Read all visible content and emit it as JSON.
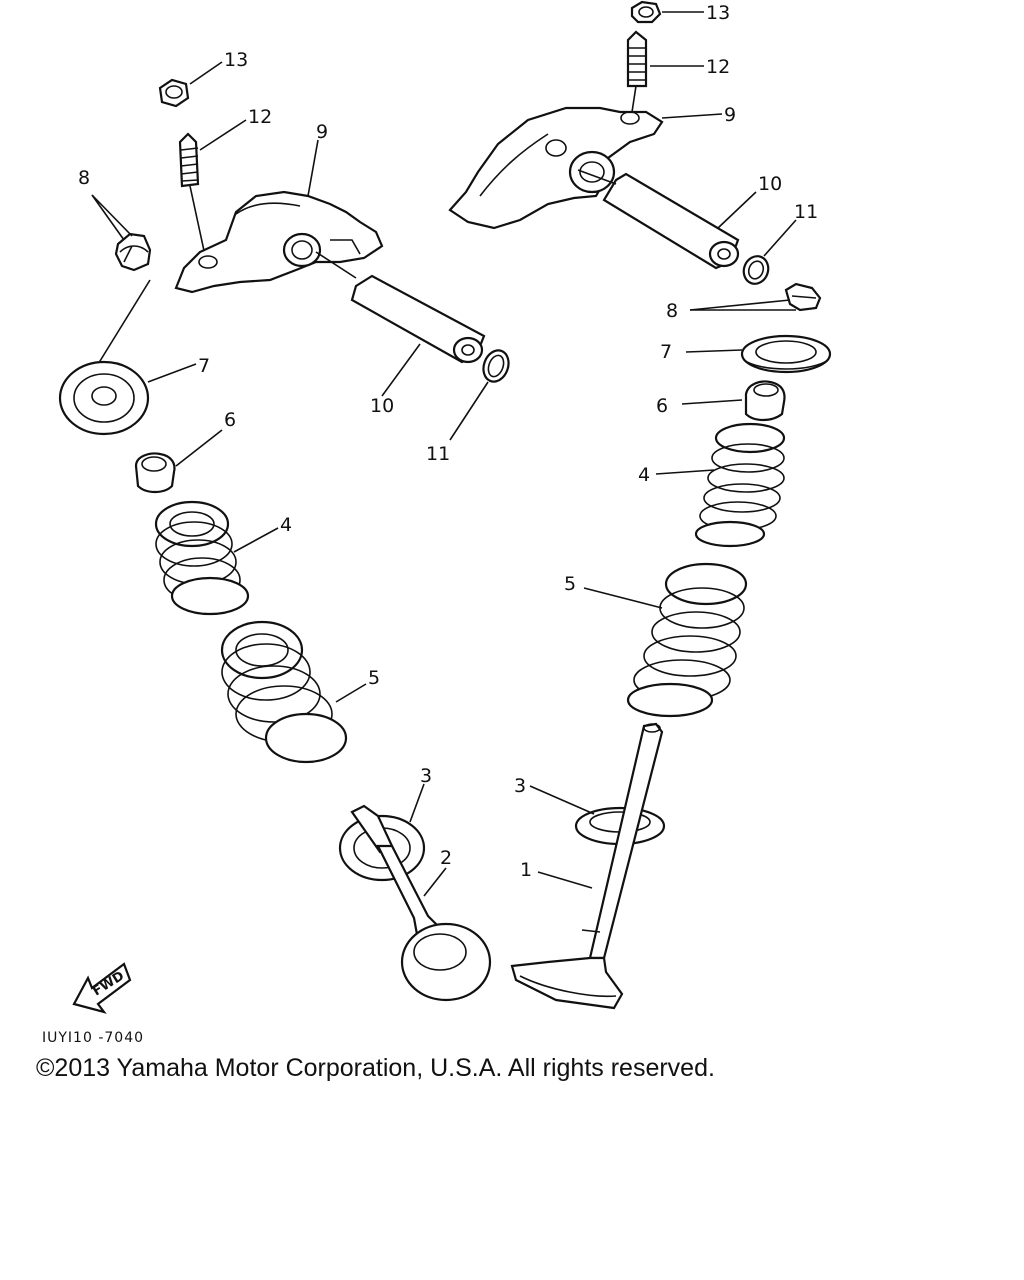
{
  "diagram": {
    "figure_code": "IUYI10 -7040",
    "fwd_label": "FWD",
    "copyright": "©2013 Yamaha Motor Corporation, U.S.A. All rights reserved.",
    "callouts": {
      "left": {
        "c13": "13",
        "c12": "12",
        "c9": "9",
        "c8": "8",
        "c7": "7",
        "c10": "10",
        "c11": "11",
        "c6": "6",
        "c4": "4",
        "c5": "5",
        "c3": "3",
        "c2": "2"
      },
      "right": {
        "c13": "13",
        "c12": "12",
        "c9": "9",
        "c10": "10",
        "c11": "11",
        "c8": "8",
        "c7": "7",
        "c6": "6",
        "c4": "4",
        "c5": "5",
        "c3": "3",
        "c1": "1"
      }
    }
  }
}
